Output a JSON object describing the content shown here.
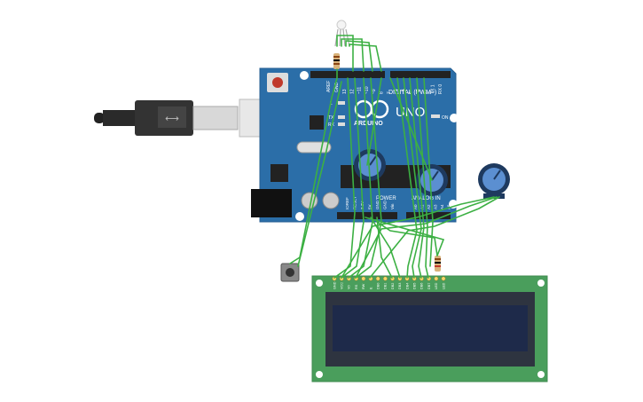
{
  "board": {
    "digital_label": "DIGITAL (PWM~)",
    "uno_label": "UNO",
    "brand_label": "ARDUINO",
    "on_label": "ON",
    "tx_label": "TX",
    "rx_label": "RX",
    "l_label": "L",
    "aref_label": "AREF",
    "gnd_label": "GND",
    "pin_labels_top": [
      "13",
      "12",
      "~11",
      "~10",
      "~9",
      "8",
      "7",
      "~6",
      "~5",
      "4",
      "~3",
      "2",
      "TX 1",
      "RX 0"
    ],
    "power_label": "POWER",
    "analog_label": "ANALOG IN",
    "power_pins": [
      "IOREF",
      "RESET",
      "3.3V",
      "5V",
      "GND",
      "GND",
      "Vin"
    ],
    "analog_pins": [
      "A0",
      "A1",
      "A2",
      "A3",
      "A4",
      "A5"
    ]
  },
  "lcd": {
    "pin_labels": [
      "GND",
      "VCC",
      "V0",
      "RS",
      "RW",
      "E",
      "DB0",
      "DB1",
      "DB2",
      "DB3",
      "DB4",
      "DB5",
      "DB6",
      "DB7",
      "LED",
      "LED"
    ]
  },
  "colors": {
    "board": "#2b6ea8",
    "wire": "#3cb043",
    "lcd_pcb": "#4a9e5c",
    "lcd_screen": "#1e2a4a",
    "pot": "#5b8fd1"
  }
}
